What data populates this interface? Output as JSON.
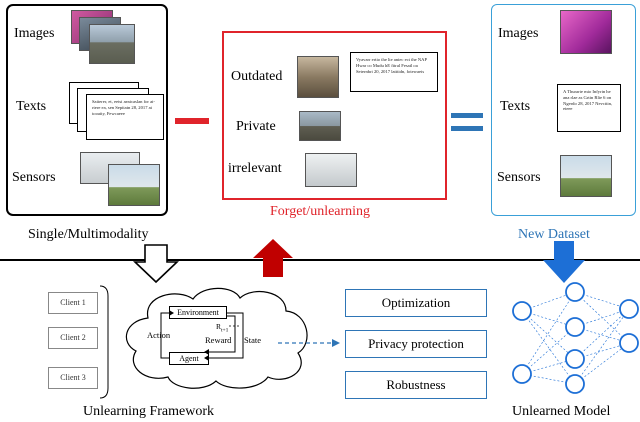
{
  "single_panel": {
    "labels": [
      "Images",
      "Texts",
      "Sensors"
    ],
    "caption": "Single/Multimodality",
    "text_card": "Saiterer, et, eetsi aeaicaslan for ai-rtere ea, sen Sepitatn 28, 2017 at tooaity, Fewcaeee"
  },
  "minus_sign": "−",
  "forget_panel": {
    "labels": [
      "Outdated",
      "Private",
      "irrelevant"
    ],
    "caption": "Forget/unlearning",
    "text_card": "Vyavarr ertio the lie aniec ect the NAP Hwar co Mudu hE fitral Fesatl oa Seternbri 20, 2017 latttidn, fotewaeis"
  },
  "equals_sign": "=",
  "new_panel": {
    "labels": [
      "Images",
      "Texts",
      "Sensors"
    ],
    "caption": "New Dataset",
    "text_card": "A Thurarte mio Infyrin he ana rlae as Grtin Rlie 6 on Ngerdo 28, 2017 Nevcttin, eteee"
  },
  "framework": {
    "clients": [
      "Client 1",
      "Client 2",
      "Client 3"
    ],
    "environment": "Environment",
    "agent": "Agent",
    "action": "Action",
    "reward": "Reward",
    "state": "State",
    "reward_next": "R",
    "reward_next_sub": "t+1",
    "caption": "Unlearning Framework"
  },
  "aspects": [
    "Optimization",
    "Privacy protection",
    "Robustness"
  ],
  "model_caption": "Unlearned Model",
  "colors": {
    "forget": "#e0242b",
    "new": "#3aa0d8",
    "blue": "#2e75b6",
    "neuron": "#1d6fd6",
    "arrow_red": "#c00000"
  }
}
